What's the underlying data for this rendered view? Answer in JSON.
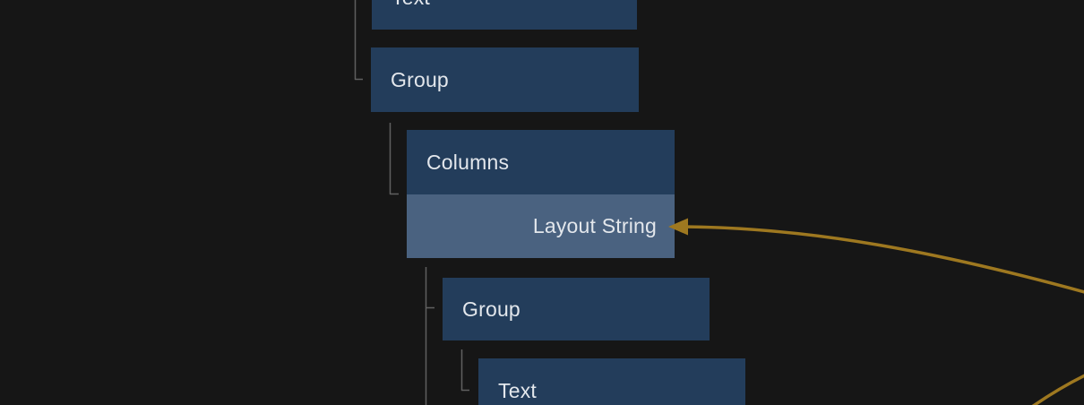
{
  "canvas": {
    "background_color": "#161616"
  },
  "tree": {
    "nodes": [
      {
        "label": "Text"
      },
      {
        "label": "Group"
      },
      {
        "label": "Columns",
        "ports": [
          {
            "label": "Layout String",
            "side": "right",
            "has_incoming_wire": true
          }
        ]
      },
      {
        "label": "Group"
      },
      {
        "label": "Text"
      }
    ],
    "indent_levels": [
      0,
      0,
      1,
      2,
      3
    ]
  },
  "connections": [
    {
      "target_port": "Layout String",
      "arrowhead": true,
      "from": "off-screen-right",
      "color": "#9e7820"
    },
    {
      "target_port": "off-screen-bottom-right",
      "arrowhead": false,
      "from": "off-screen-right",
      "color": "#9e7820"
    }
  ],
  "colors": {
    "node_header_fill": "#233d5b",
    "port_row_fill": "#4a6280",
    "label_text": "#e3e7ec",
    "tree_connector_line": "#606060",
    "wire": "#9e7820",
    "background": "#161616"
  }
}
